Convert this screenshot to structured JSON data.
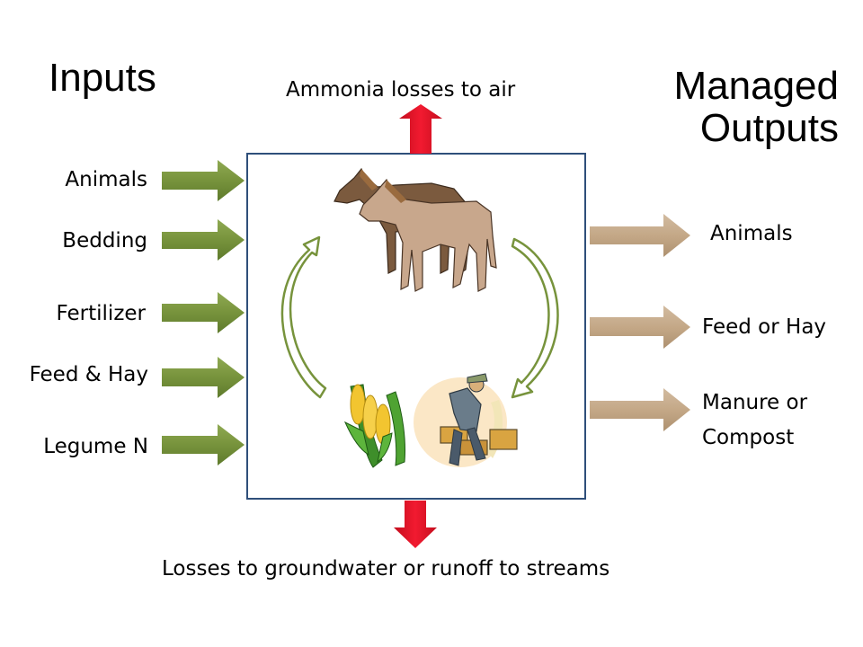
{
  "inputs_heading": "Inputs",
  "outputs_heading": [
    "Managed",
    "Outputs"
  ],
  "top_loss": "Ammonia losses to air",
  "bottom_loss": "Losses to groundwater or runoff to streams",
  "inputs": [
    "Animals",
    "Bedding",
    "Fertilizer",
    "Feed & Hay",
    "Legume N"
  ],
  "outputs": [
    "Animals",
    "Feed or Hay",
    [
      "Manure or",
      "Compost"
    ]
  ],
  "colors": {
    "input_arrow": "#77933C",
    "output_arrow": "#C4A887",
    "loss_arrow": "#E8162B",
    "box_border": "#2F4F7A",
    "cycle_arrow": "#77933C"
  },
  "icons": [
    "horses-icon",
    "corn-icon",
    "farmer-stacking-hay-icon"
  ]
}
